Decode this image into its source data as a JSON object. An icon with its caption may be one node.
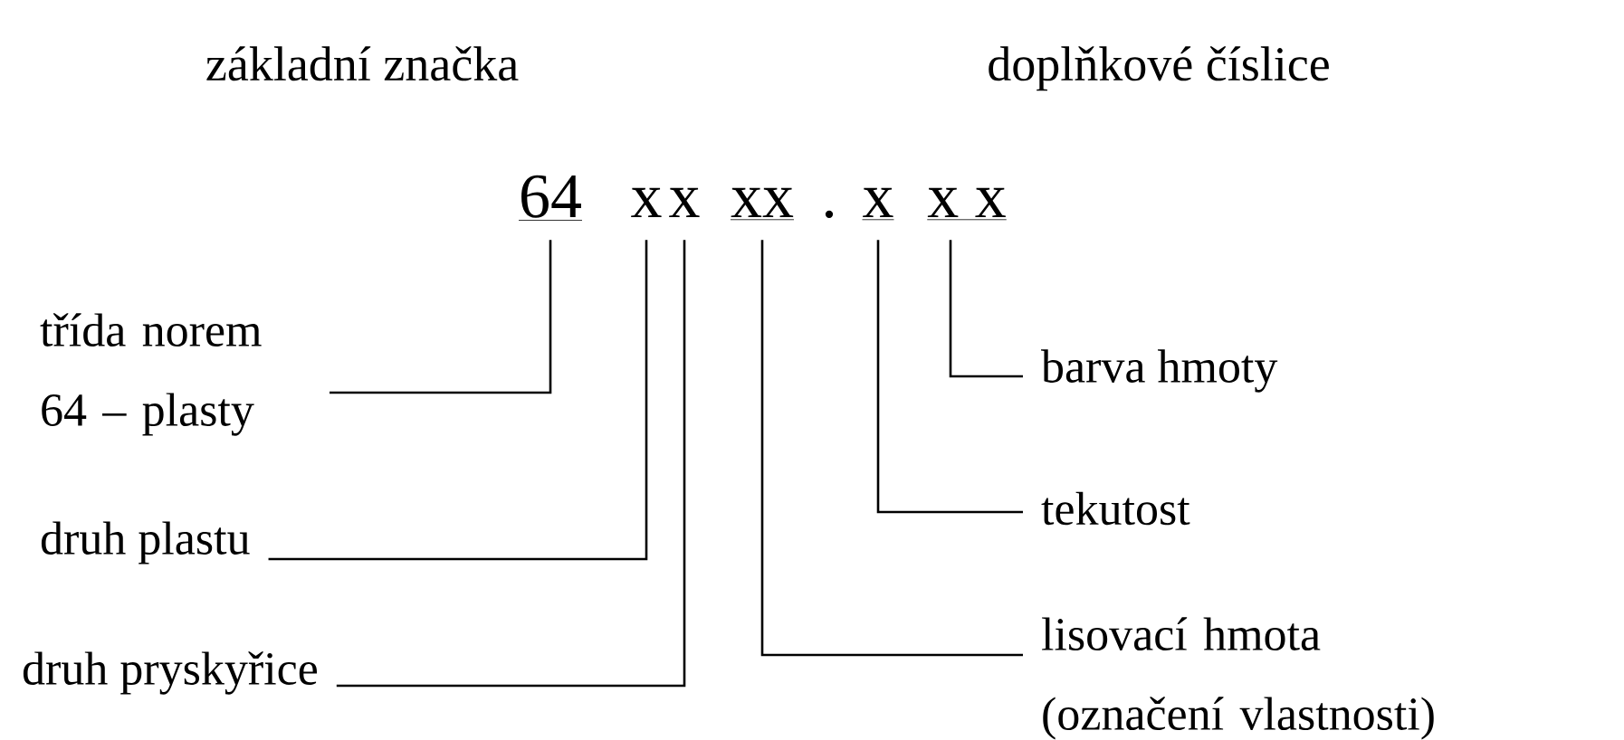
{
  "diagram": {
    "nodes": [
      {
        "text": [
          "64"
        ]
      },
      {
        "text": [
          "x"
        ]
      },
      {
        "text": [
          "x"
        ]
      },
      {
        "text": [
          "xx"
        ]
      },
      {
        "text": [
          "x"
        ]
      },
      {
        "text": [
          "x x"
        ]
      },
      {
        "text": [
          "třída norem 64 – plasty"
        ]
      },
      {
        "text": [
          "druh plastu"
        ]
      },
      {
        "text": [
          "druh pryskyřice"
        ]
      },
      {
        "text": [
          "barva hmoty"
        ]
      },
      {
        "text": [
          "tekutost"
        ]
      },
      {
        "text": [
          "lisovací hmota (označení vlastnosti)"
        ]
      }
    ],
    "edges": [
      {
        "from": 6,
        "to": 0,
        "arrow": "none"
      },
      {
        "from": 7,
        "to": 1,
        "arrow": "none"
      },
      {
        "from": 8,
        "to": 2,
        "arrow": "none"
      },
      {
        "from": 9,
        "to": 5,
        "arrow": "none"
      },
      {
        "from": 10,
        "to": 4,
        "arrow": "none"
      },
      {
        "from": 11,
        "to": 3,
        "arrow": "none"
      }
    ],
    "labels": [
      "základní značka",
      "doplňkové číslice",
      "."
    ]
  }
}
